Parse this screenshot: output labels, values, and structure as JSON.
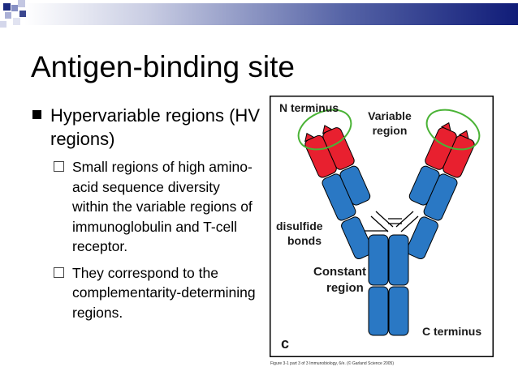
{
  "slide": {
    "title": "Antigen-binding site",
    "bullets": [
      {
        "text": "Hypervariable regions (HV regions)",
        "sub": [
          "Small regions of high amino-acid sequence diversity within the variable regions of immunoglobulin and T-cell receptor.",
          "They correspond to the complementarity-determining regions."
        ]
      }
    ]
  },
  "figure": {
    "labels": {
      "n_terminus": "N terminus",
      "variable_region_line1": "Variable",
      "variable_region_line2": "region",
      "disulfide_line1": "disulfide",
      "disulfide_line2": "bonds",
      "constant_region_line1": "Constant",
      "constant_region_line2": "region",
      "c_terminus": "C terminus",
      "panel_letter": "c"
    },
    "caption": "Figure 3-1 part 3 of 3 Immunobiology, 6/e. (© Garland Science 2005)",
    "colors": {
      "variable": "#e8202f",
      "constant": "#2a78c4",
      "circle": "#4ab336",
      "border": "#000000"
    }
  }
}
